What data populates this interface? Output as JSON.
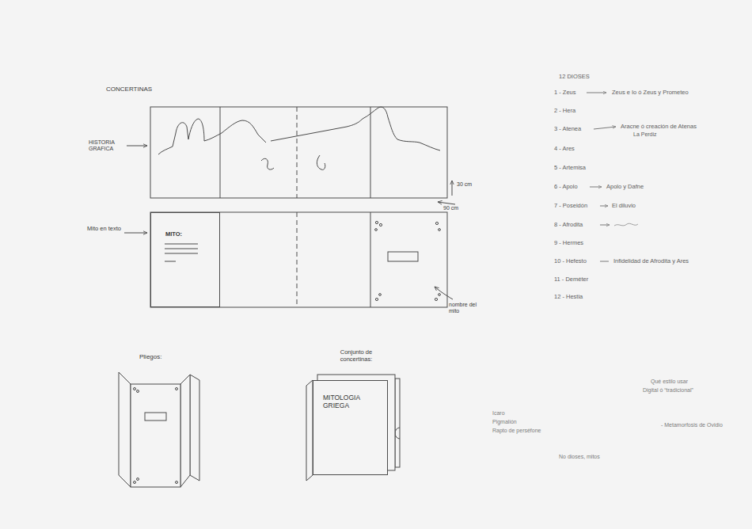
{
  "diagram": {
    "title": "CONCERTINAS",
    "nodes": [
      {
        "text": [
          "MITO:"
        ]
      },
      {
        "text": [
          "MITOLOGIA GRIEGA"
        ]
      }
    ],
    "labels": [
      "HISTORIA GRAFICA",
      "30 cm",
      "90 cm",
      "Mito en texto",
      "nombre del mito",
      "Pliegos:",
      "Conjunto de concertinas:",
      "12 DIOSES",
      "1 - Zeus",
      "2 - Hera",
      "3 - Atenea",
      "4 - Ares",
      "5 - Artemisa",
      "6 - Apolo",
      "7 - Poseidón",
      "8 - Afrodita",
      "9 - Hermes",
      "10 - Hefesto",
      "11 - Deméter",
      "12 - Hestia",
      "Zeus e Io ó Zeus y Prometeo",
      "Aracne ó creación de Atenas",
      "La Perdiz",
      "Apolo y Dafne",
      "El diluvio",
      "Infidelidad de Afrodita y Ares",
      "Qué estilo usar",
      "Digital ó “tradicional”",
      "Icaro",
      "Pigmalión",
      "Rapto de perséfone",
      "- Metamorfosis de Ovidio",
      "No dioses, mitos"
    ]
  }
}
